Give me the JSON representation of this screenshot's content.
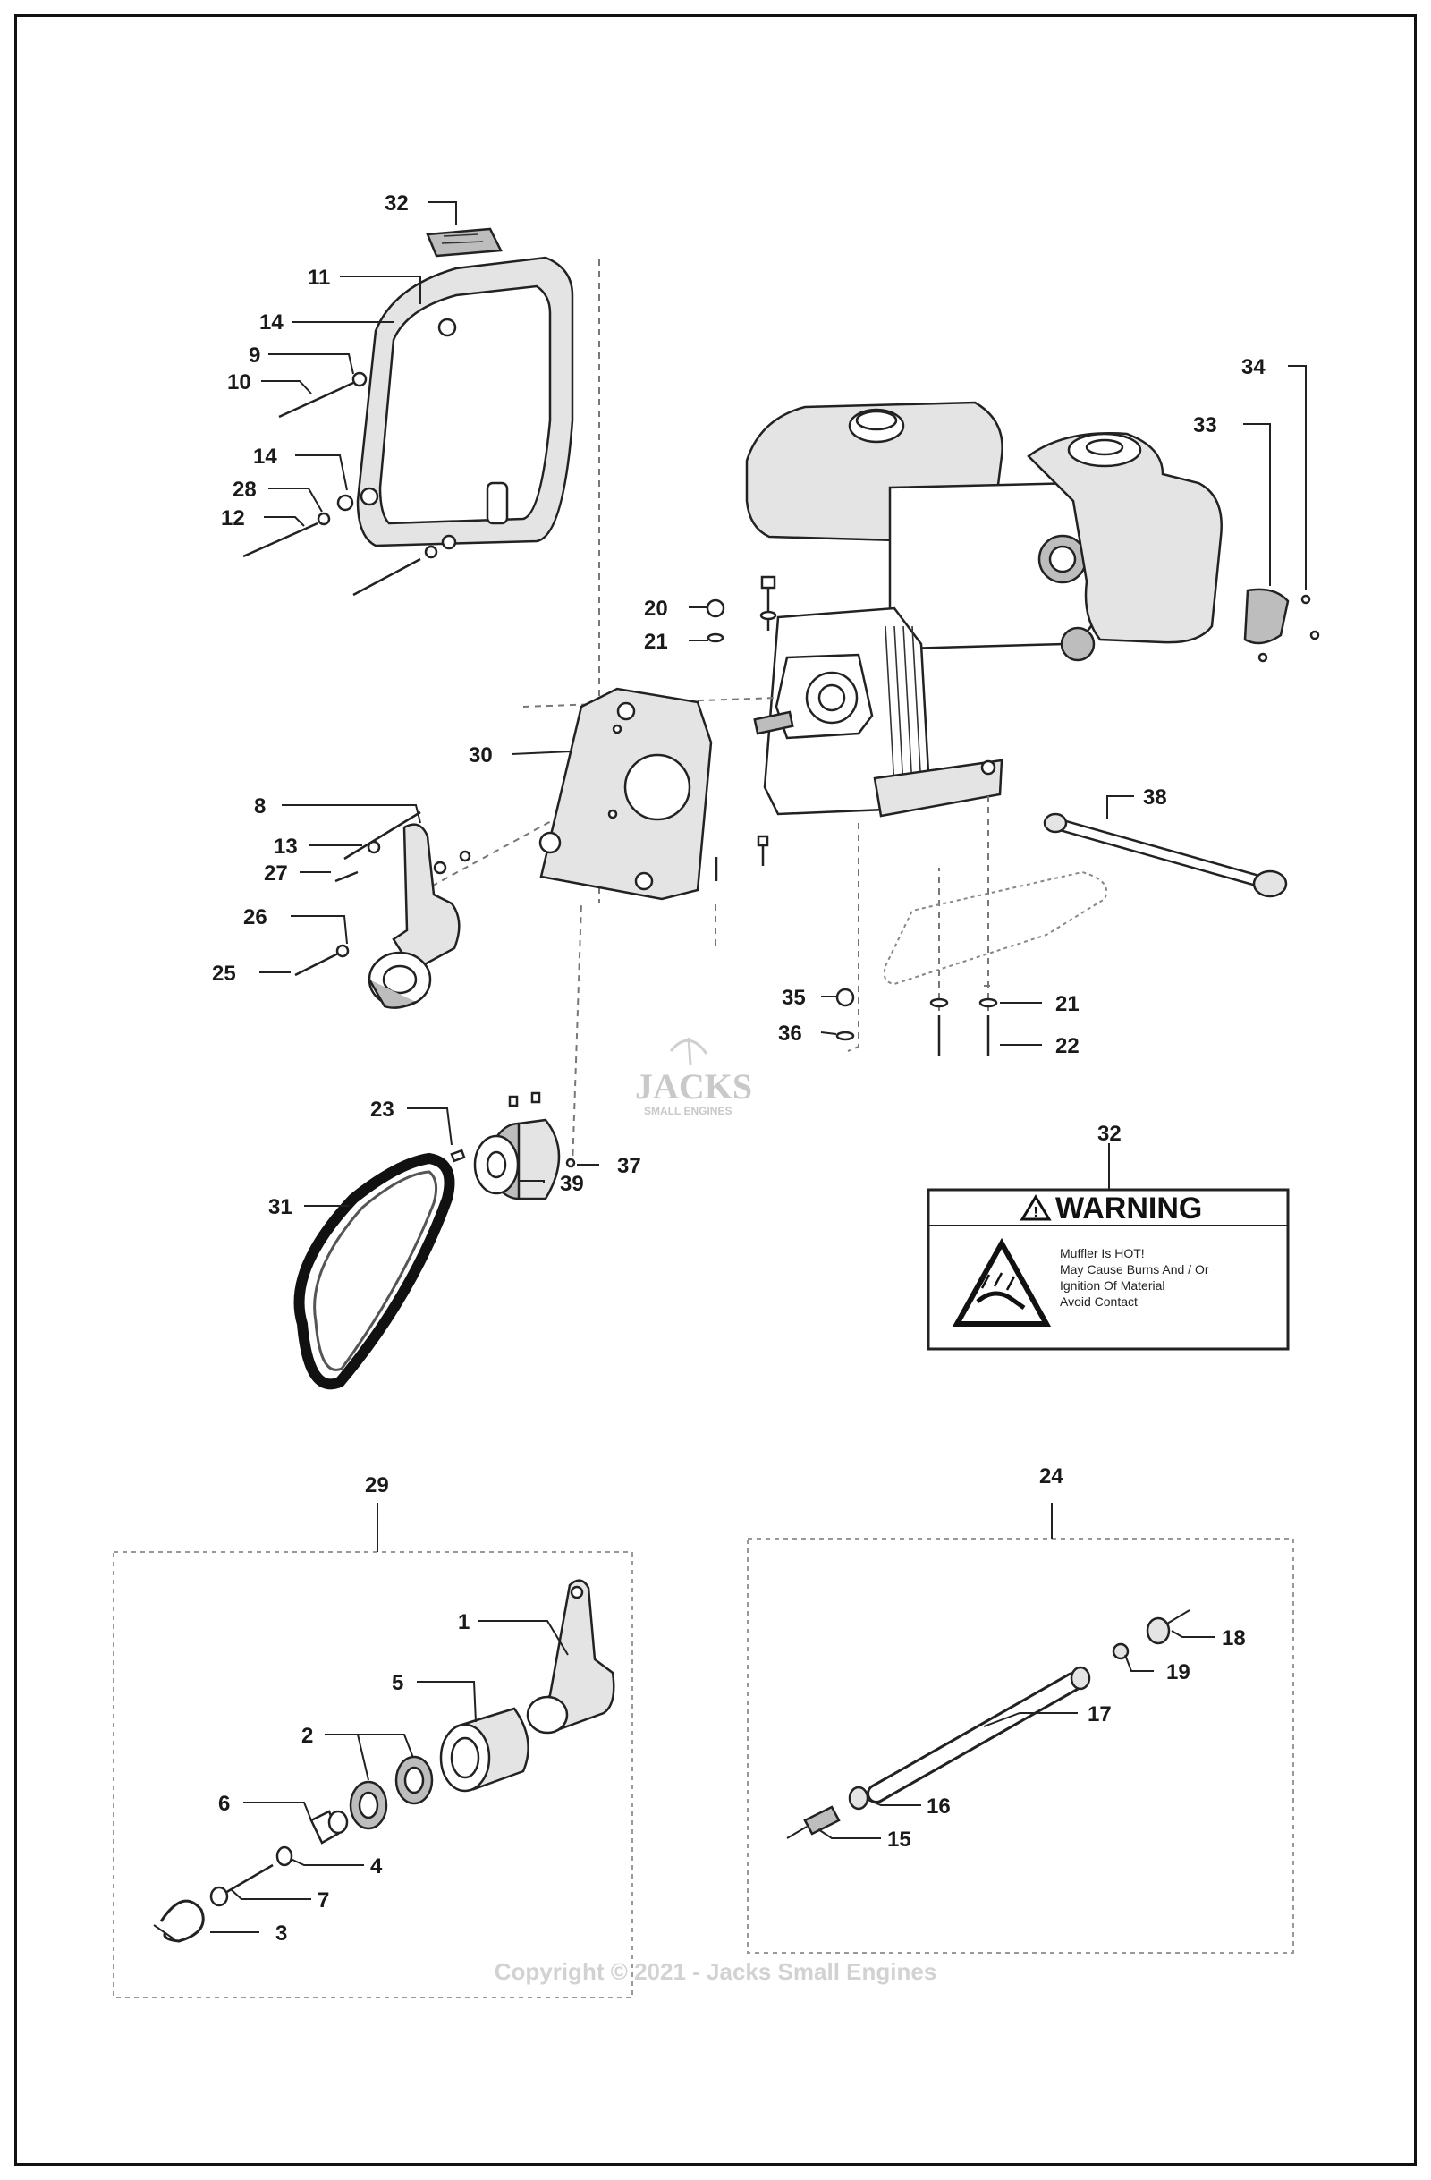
{
  "callouts": {
    "c32a": "32",
    "c11": "11",
    "c14a": "14",
    "c9": "9",
    "c10": "10",
    "c14b": "14",
    "c28": "28",
    "c12": "12",
    "c34": "34",
    "c33": "33",
    "c20": "20",
    "c21a": "21",
    "c30": "30",
    "c8": "8",
    "c13": "13",
    "c27": "27",
    "c26": "26",
    "c25": "25",
    "c38": "38",
    "c35": "35",
    "c36": "36",
    "c21b": "21",
    "c22": "22",
    "c23": "23",
    "c37": "37",
    "c39": "39",
    "c31": "31",
    "c32b": "32",
    "c29": "29",
    "c1": "1",
    "c5": "5",
    "c2": "2",
    "c6": "6",
    "c4": "4",
    "c7": "7",
    "c3": "3",
    "c24": "24",
    "c18": "18",
    "c19": "19",
    "c17": "17",
    "c16": "16",
    "c15": "15"
  },
  "warning_label": {
    "title": "WARNING",
    "lines": [
      "Muffler Is HOT!",
      "May Cause Burns And / Or",
      "Ignition Of Material",
      "Avoid Contact"
    ]
  },
  "watermark": {
    "logo": "JACKS",
    "logo_sub": "SMALL ENGINES",
    "copyright": "Copyright © 2021 - Jacks Small Engines"
  },
  "colors": {
    "line": "#222222",
    "watermark": "#d2d2d2",
    "frame": "#111111"
  }
}
